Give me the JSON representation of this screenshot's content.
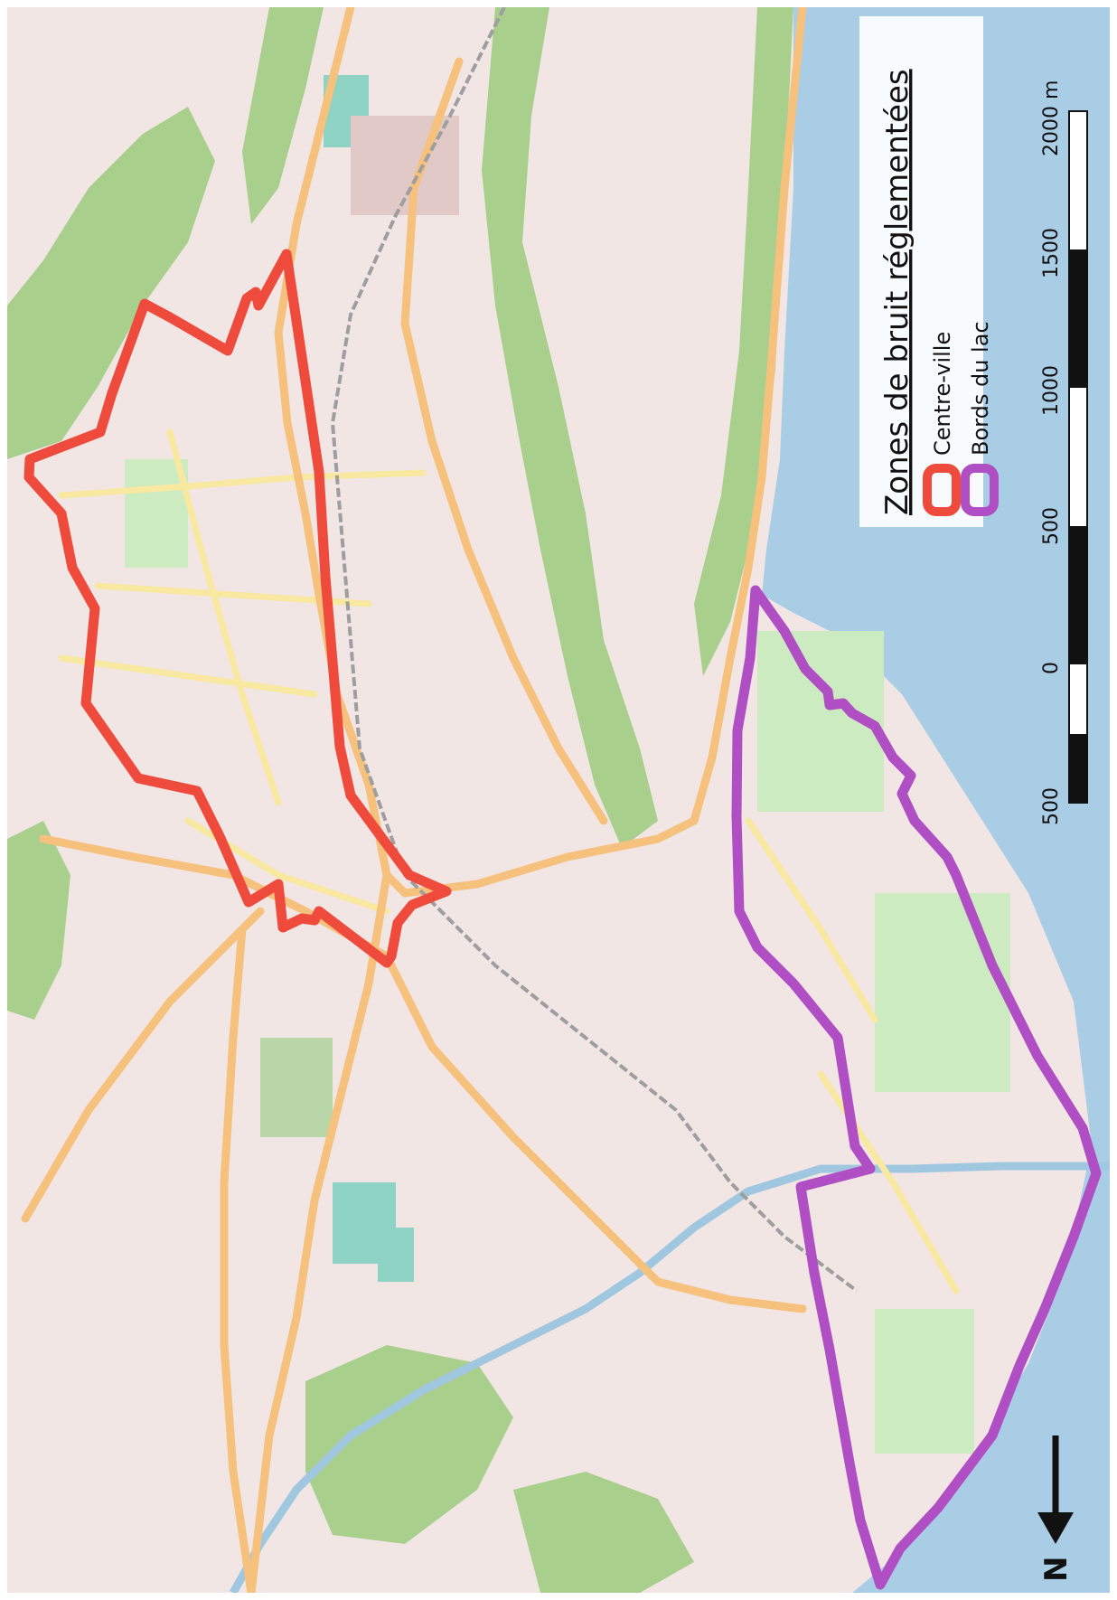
{
  "legend": {
    "title": "Zones de bruit réglementées",
    "items": [
      {
        "label": "Centre-ville",
        "color": "#ef4b3d"
      },
      {
        "label": "Bords du lac",
        "color": "#b04fc4"
      }
    ]
  },
  "scale_bar": {
    "labels": [
      "500",
      "0",
      "500",
      "1000",
      "1500",
      "2000 m"
    ]
  },
  "north_arrow": {
    "label": "N"
  },
  "colors": {
    "land": "#f1e6e4",
    "water": "#a9cde5",
    "forest": "#a9cf8c",
    "park": "#cdebc1",
    "major_road": "#f6c07d",
    "secondary_road": "#f8e8a0",
    "railway": "#9e9e9e",
    "river": "#9fc8e0",
    "zone_centre": "#ef4b3d",
    "zone_lac": "#b04fc4"
  }
}
